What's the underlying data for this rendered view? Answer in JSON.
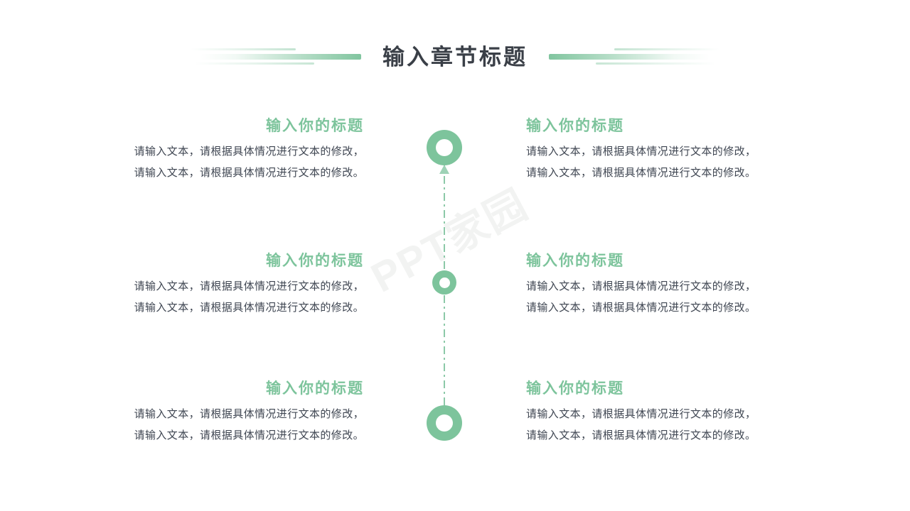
{
  "slide": {
    "title": "输入章节标题",
    "watermark": "PPT家园",
    "accent_color": "#7dc49c",
    "title_color": "#3a3f47",
    "body_color": "#3f4652",
    "background_color": "#ffffff"
  },
  "decorations": {
    "left_lines_icon": "gradient-line-left",
    "right_lines_icon": "gradient-line-right"
  },
  "timeline": {
    "axis_icon": "dash-dot-vertical-line",
    "arrow_icon": "arrow-up-icon",
    "nodes": [
      {
        "label": "node-1",
        "size": "big"
      },
      {
        "label": "node-2",
        "size": "small"
      },
      {
        "label": "node-3",
        "size": "big"
      }
    ]
  },
  "items": [
    {
      "side": "left",
      "title": "输入你的标题",
      "lines": [
        "请输入文本，请根据具体情况进行文本的修改，",
        "请输入文本，请根据具体情况进行文本的修改。"
      ]
    },
    {
      "side": "right",
      "title": "输入你的标题",
      "lines": [
        "请输入文本，请根据具体情况进行文本的修改，",
        "请输入文本，请根据具体情况进行文本的修改。"
      ]
    },
    {
      "side": "left",
      "title": "输入你的标题",
      "lines": [
        "请输入文本，请根据具体情况进行文本的修改，",
        "请输入文本，请根据具体情况进行文本的修改。"
      ]
    },
    {
      "side": "right",
      "title": "输入你的标题",
      "lines": [
        "请输入文本，请根据具体情况进行文本的修改，",
        "请输入文本，请根据具体情况进行文本的修改。"
      ]
    },
    {
      "side": "left",
      "title": "输入你的标题",
      "lines": [
        "请输入文本，请根据具体情况进行文本的修改，",
        "请输入文本，请根据具体情况进行文本的修改。"
      ]
    },
    {
      "side": "right",
      "title": "输入你的标题",
      "lines": [
        "请输入文本，请根据具体情况进行文本的修改，",
        "请输入文本，请根据具体情况进行文本的修改。"
      ]
    }
  ]
}
